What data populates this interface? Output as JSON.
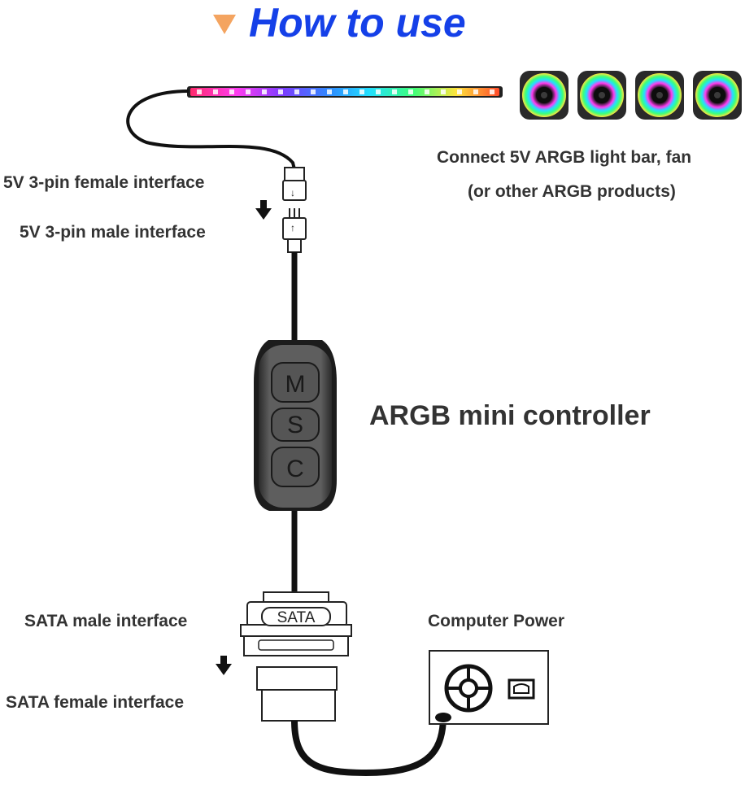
{
  "title": "How to use",
  "colors": {
    "title": "#1540e8",
    "title_arrow": "#f4a460",
    "label_text": "#333333",
    "controller_body": "#5a5a5a",
    "cable": "#111111"
  },
  "labels": {
    "connect_line1": "Connect 5V ARGB light bar, fan",
    "connect_line2": "(or other ARGB products)",
    "female_3pin": "5V 3-pin female interface",
    "male_3pin": "5V 3-pin male interface",
    "controller": "ARGB mini controller",
    "sata_male": "SATA male interface",
    "sata_female": "SATA female interface",
    "computer_power": "Computer Power"
  },
  "controller_buttons": [
    "M",
    "S",
    "C"
  ],
  "sata_connector_text": "SATA",
  "icons": [
    "down-triangle-icon",
    "down-arrow-icon",
    "rgb-fan-icon",
    "power-socket-icon",
    "power-switch-icon"
  ],
  "fan_count": 4
}
